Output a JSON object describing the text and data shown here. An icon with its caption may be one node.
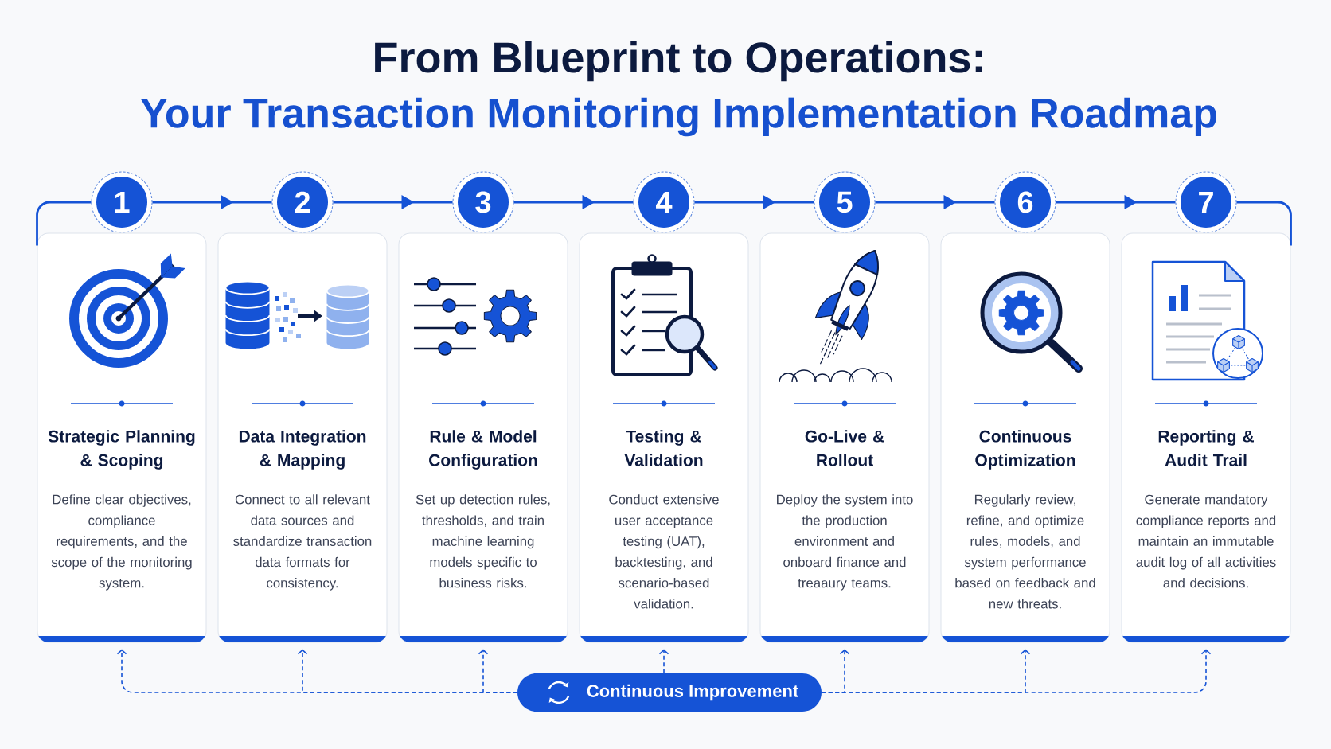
{
  "diagram": {
    "title": "From Blueprint to Operations:",
    "nodes": [
      {
        "text": [
          "1"
        ]
      },
      {
        "text": [
          "2"
        ]
      },
      {
        "text": [
          "3"
        ]
      },
      {
        "text": [
          "4"
        ]
      },
      {
        "text": [
          "5"
        ]
      },
      {
        "text": [
          "6"
        ]
      },
      {
        "text": [
          "7"
        ]
      },
      {
        "text": [
          "Strategic Planning & Scoping",
          "Define clear objectives, compliance requirements, and the scope of the monitoring system."
        ]
      },
      {
        "text": [
          "Data Integration & Mapping",
          "Connect to all relevant data sources and standardize transaction data formats for consistency."
        ]
      },
      {
        "text": [
          "Rule & Model Configuration",
          "Set up detection rules, thresholds, and train machine learning models specific to business risks."
        ]
      },
      {
        "text": [
          "Testing & Validation",
          "Conduct extensive user acceptance testing (UAT), backtesting, and scenario-based validation."
        ]
      },
      {
        "text": [
          "Go-Live & Rollout",
          "Deploy the system into the production environment and onboard finance and treaaury teams."
        ]
      },
      {
        "text": [
          "Continuous Optimization",
          "Regularly review, refine, and optimize rules, models, and system performance based on feedback and new threats."
        ]
      },
      {
        "text": [
          "Reporting & Audit Trail",
          "Generate mandatory compliance reports and maintain an immutable audit log of all activities and decisions."
        ]
      },
      {
        "text": [
          "Continuous Improvement"
        ]
      }
    ],
    "edges": [
      {
        "from": 0,
        "to": 1,
        "arrow": "to"
      },
      {
        "from": 1,
        "to": 2,
        "arrow": "to"
      },
      {
        "from": 2,
        "to": 3,
        "arrow": "to"
      },
      {
        "from": 3,
        "to": 4,
        "arrow": "to"
      },
      {
        "from": 4,
        "to": 5,
        "arrow": "to"
      },
      {
        "from": 5,
        "to": 6,
        "arrow": "to"
      },
      {
        "from": 0,
        "to": 7,
        "arrow": "none"
      },
      {
        "from": 6,
        "to": 13,
        "arrow": "none"
      },
      {
        "from": 14,
        "to": 7,
        "arrow": "to",
        "style": "dashed"
      },
      {
        "from": 14,
        "to": 8,
        "arrow": "to",
        "style": "dashed"
      },
      {
        "from": 14,
        "to": 9,
        "arrow": "to",
        "style": "dashed"
      },
      {
        "from": 14,
        "to": 10,
        "arrow": "to",
        "style": "dashed"
      },
      {
        "from": 14,
        "to": 11,
        "arrow": "to",
        "style": "dashed"
      },
      {
        "from": 14,
        "to": 12,
        "arrow": "to",
        "style": "dashed"
      },
      {
        "from": 14,
        "to": 13,
        "arrow": "to",
        "style": "dashed"
      }
    ],
    "labels": [
      "Your Transaction Monitoring Implementation Roadmap"
    ]
  }
}
